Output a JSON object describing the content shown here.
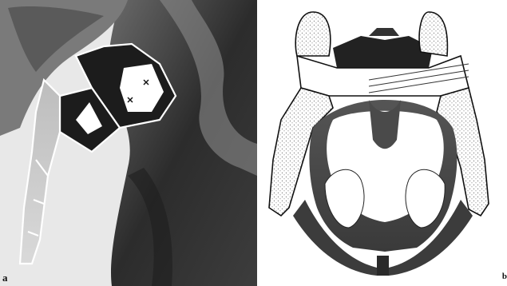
{
  "figure": {
    "panels": [
      {
        "id": "a",
        "letter": "a"
      },
      {
        "id": "b",
        "letter": "b"
      }
    ],
    "colors": {
      "bone_dark": "#2a2a2a",
      "bone_mid": "#4a4a4a",
      "background_photo": "#e9e9e9",
      "outline_white": "#ffffff",
      "stipple": "#9a9a9a"
    },
    "icons": [
      "cross-mark-icon"
    ]
  }
}
